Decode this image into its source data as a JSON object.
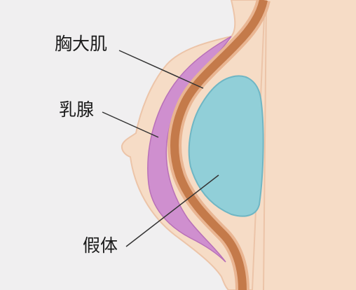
{
  "labels": {
    "pectoral_muscle": "胸大肌",
    "mammary_gland": "乳腺",
    "implant": "假体"
  },
  "colors": {
    "background": "#f0eff0",
    "skin": "#f6dcc6",
    "skin_outline": "#ecc4a8",
    "muscle": "#c47a4a",
    "muscle_outline": "#e9b592",
    "gland": "#cf8fcf",
    "gland_outline": "#b870b8",
    "implant": "#91cfd8",
    "implant_outline": "#6fb6c4",
    "leader_line": "#333333"
  }
}
